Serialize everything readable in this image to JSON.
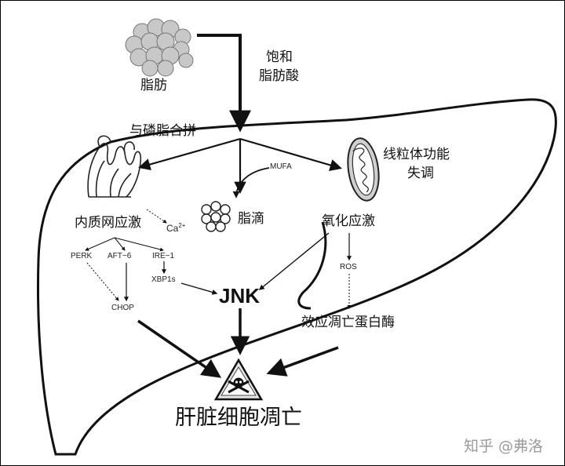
{
  "labels": {
    "fat": "脂肪",
    "sat_fa_1": "饱和",
    "sat_fa_2": "脂肪酸",
    "phospholipid": "与磷脂合拼",
    "mufa": "MUFA",
    "mito_1": "线粒体功能",
    "mito_2": "失调",
    "er_stress": "内质网应激",
    "ca": "Ca",
    "ca_sup": "2+",
    "droplet": "脂滴",
    "oxidative": "氧化应激",
    "perk": "PERK",
    "aft6": "AFT−6",
    "ire1": "IRE−1",
    "xbp1s": "XBP1s",
    "ros": "ROS",
    "chop": "CHOP",
    "jnk": "JNK",
    "caspase": "效应凋亡蛋白酶",
    "apoptosis": "肝脏细胞凋亡",
    "watermark": "知乎 @弗洛"
  },
  "colors": {
    "line": "#111111",
    "watermark": "#9a9a9a",
    "fat_cell": "#c8c8c8"
  }
}
